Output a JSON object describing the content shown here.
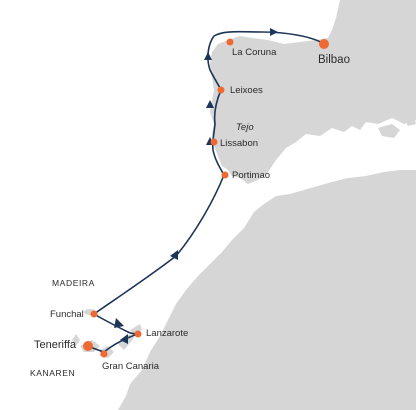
{
  "colors": {
    "land": "#d6d6d6",
    "sea": "#ffffff",
    "route": "#1d3557",
    "port": "#ef6a32",
    "text": "#2b2b2b"
  },
  "ports": {
    "bilbao": "Bilbao",
    "la_coruna": "La Coruna",
    "leixoes": "Leixoes",
    "lissabon": "Lissabon",
    "portimao": "Portimao",
    "funchal": "Funchal",
    "lanzarote": "Lanzarote",
    "teneriffa": "Teneriffa",
    "gran_canaria": "Gran Canaria"
  },
  "regions": {
    "madeira": "MADEIRA",
    "kanaren": "KANAREN"
  },
  "rivers": {
    "tejo": "Tejo"
  }
}
